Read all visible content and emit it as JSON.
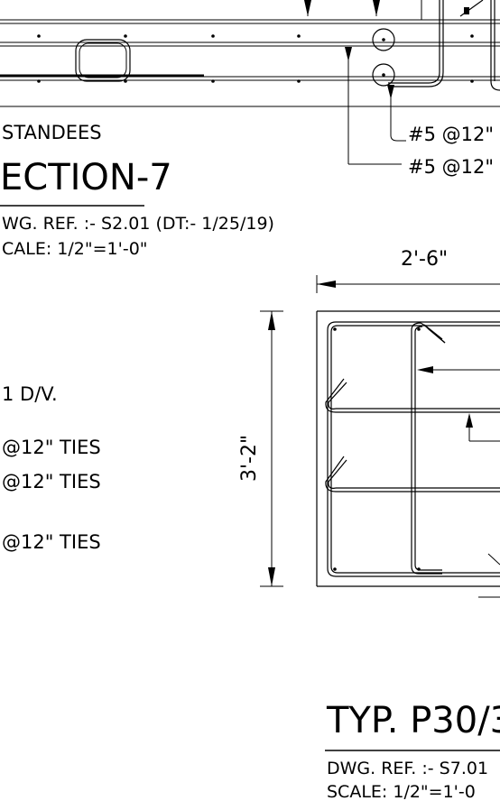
{
  "labels": {
    "standees": "STANDEES",
    "bar1": "#5 @12\"",
    "bar2": "#5 @12\"",
    "section_title": "ECTION-7",
    "section_ref": "WG. REF. :- S2.01 (DT:- 1/25/19)",
    "section_scale": "CALE: 1/2\"=1'-0\"",
    "width_dim": "2'-6\"",
    "height_dim": "3'-2\"",
    "note_dv": "1  D/V.",
    "note_ties1": "@12\"  TIES",
    "note_ties2": "@12\"  TIES",
    "note_ties3": "@12\"  TIES",
    "typ_title": "TYP. P30/3",
    "typ_ref": "DWG. REF. :- S7.01",
    "typ_scale": "SCALE: 1/2\"=1'-0"
  },
  "colors": {
    "ink": "#000000",
    "paper": "#ffffff"
  }
}
